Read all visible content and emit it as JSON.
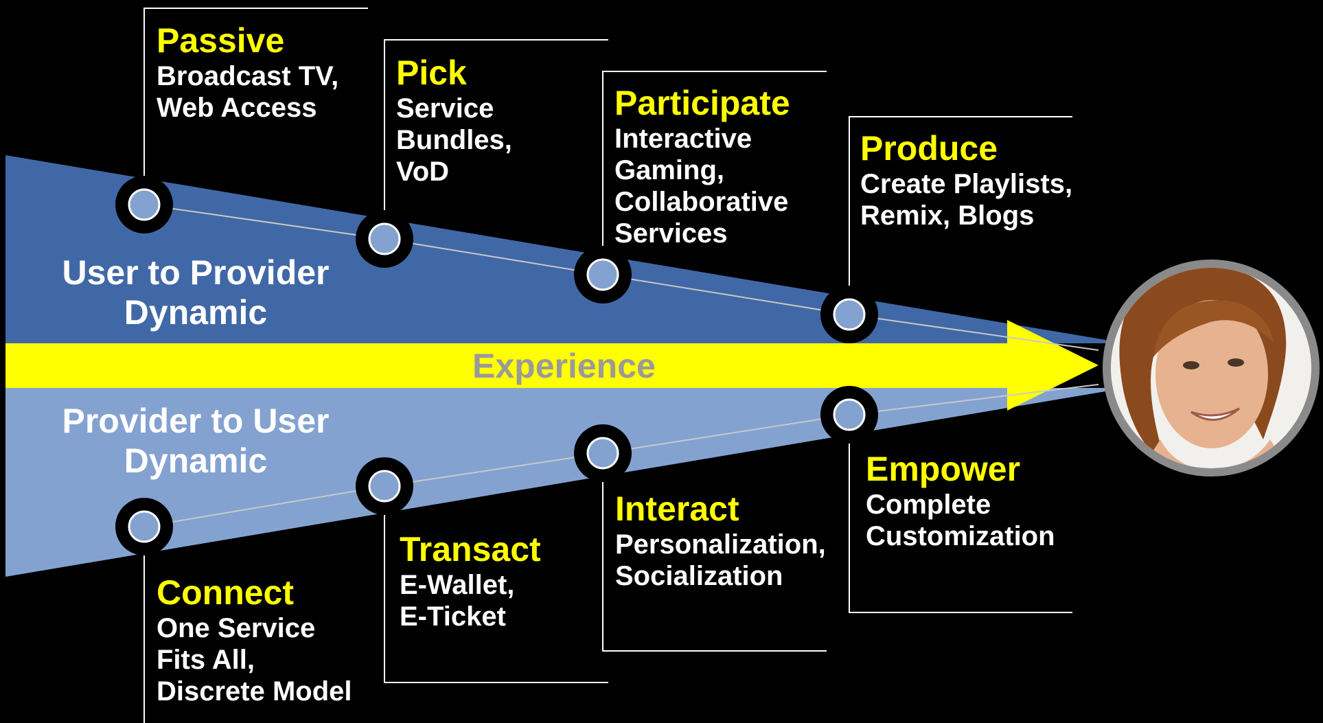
{
  "experience_label": "Experience",
  "upper_dynamic": {
    "line1": "User to Provider",
    "line2": "Dynamic"
  },
  "lower_dynamic": {
    "line1": "Provider to User",
    "line2": "Dynamic"
  },
  "upper_stages": [
    {
      "title": "Passive",
      "l1": "Broadcast TV,",
      "l2": "Web Access"
    },
    {
      "title": "Pick",
      "l1": "Service",
      "l2": "Bundles,",
      "l3": "VoD"
    },
    {
      "title": "Participate",
      "l1": "Interactive",
      "l2": "Gaming,",
      "l3": "Collaborative",
      "l4": "Services"
    },
    {
      "title": "Produce",
      "l1": "Create Playlists,",
      "l2": "Remix, Blogs"
    }
  ],
  "lower_stages": [
    {
      "title": "Connect",
      "l1": "One Service",
      "l2": "Fits All,",
      "l3": "Discrete Model"
    },
    {
      "title": "Transact",
      "l1": "E-Wallet,",
      "l2": "E-Ticket"
    },
    {
      "title": "Interact",
      "l1": "Personalization,",
      "l2": "Socialization"
    },
    {
      "title": "Empower",
      "l1": "Complete",
      "l2": "Customization"
    }
  ],
  "colors": {
    "background": "#000000",
    "upper_wedge": "#4168a6",
    "lower_wedge": "#84a2d0",
    "arrow": "#ffff00",
    "title_text": "#ffff00",
    "body_text": "#ffffff",
    "node_fill": "#84a2d0",
    "connector": "#d0d0d0"
  },
  "avatar": {
    "icon": "smiling-woman-photo"
  }
}
